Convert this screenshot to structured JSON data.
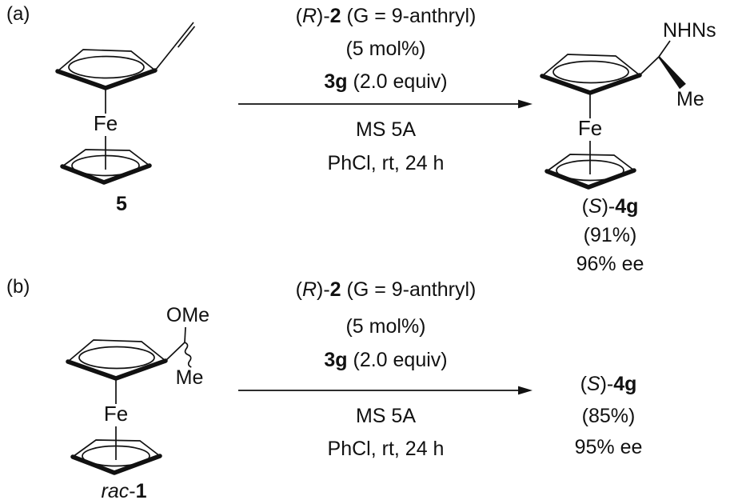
{
  "figure": {
    "background": "#ffffff",
    "ink": "#111111"
  },
  "reaction_a": {
    "panel_label": "(a)",
    "substrate": {
      "label": "5",
      "fe": "Fe"
    },
    "conditions": {
      "line1": {
        "p1": "(",
        "p2": "R",
        "p3": ")-",
        "p4": "2",
        "p5": " (G = 9-anthryl)"
      },
      "line2": "(5 mol%)",
      "line3": {
        "p1": "3g",
        "p2": " (2.0 equiv)"
      },
      "line4": "MS 5A",
      "line5": "PhCl, rt, 24 h"
    },
    "product": {
      "fe": "Fe",
      "nhns": "NHNs",
      "me": "Me",
      "name": {
        "p1": "(",
        "p2": "S",
        "p3": ")-",
        "p4": "4g"
      },
      "yield": "(91%)",
      "ee": "96% ee"
    }
  },
  "reaction_b": {
    "panel_label": "(b)",
    "substrate": {
      "fe": "Fe",
      "ome": "OMe",
      "me": "Me",
      "name": {
        "p1": "rac",
        "p2": "-",
        "p3": "1"
      }
    },
    "conditions": {
      "line1": {
        "p1": "(",
        "p2": "R",
        "p3": ")-",
        "p4": "2",
        "p5": " (G = 9-anthryl)"
      },
      "line2": "(5 mol%)",
      "line3": {
        "p1": "3g",
        "p2": " (2.0 equiv)"
      },
      "line4": "MS 5A",
      "line5": "PhCl, rt, 24 h"
    },
    "product": {
      "name": {
        "p1": "(",
        "p2": "S",
        "p3": ")-",
        "p4": "4g"
      },
      "yield": "(85%)",
      "ee": "95% ee"
    }
  }
}
